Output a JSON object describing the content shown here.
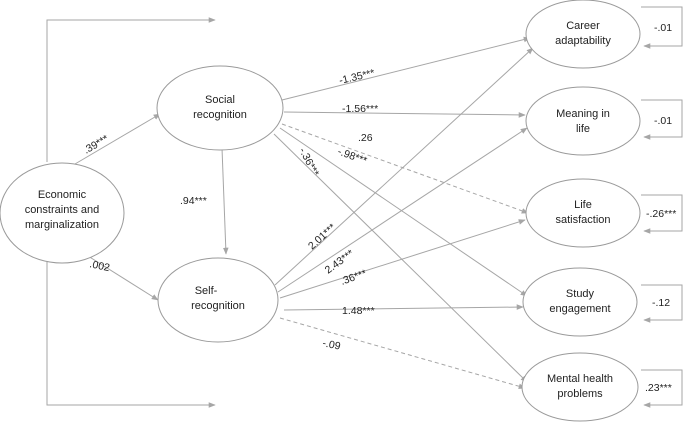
{
  "nodes": {
    "econ": [
      "Economic",
      "constraints and",
      "marginalization"
    ],
    "social": [
      "Social",
      "recognition"
    ],
    "self": [
      "Self-",
      "recognition"
    ],
    "career": [
      "Career",
      "adaptability"
    ],
    "meaning": [
      "Meaning in",
      "life"
    ],
    "life": [
      "Life",
      "satisfaction"
    ],
    "study": [
      "Study",
      "engagement"
    ],
    "mental": [
      "Mental health",
      "problems"
    ]
  },
  "paths": {
    "econ_social": ".39***",
    "econ_self": ".002",
    "social_self": ".94***",
    "social_career": "-1.35***",
    "social_meaning": "-1.56***",
    "social_life": ".26",
    "social_study": "-.98***",
    "social_mental": "-.36***",
    "self_career": "2.01***",
    "self_meaning": "2.43***",
    "self_life": ".36***",
    "self_study": "1.48***",
    "self_mental": "-.09"
  },
  "residuals": {
    "career": "-.01",
    "meaning": "-.01",
    "life": "-.26***",
    "study": "-.12",
    "mental": ".23***"
  },
  "colors": {
    "line": "#a6a6a6",
    "node_border": "#9a9a9a",
    "text": "#222222"
  }
}
